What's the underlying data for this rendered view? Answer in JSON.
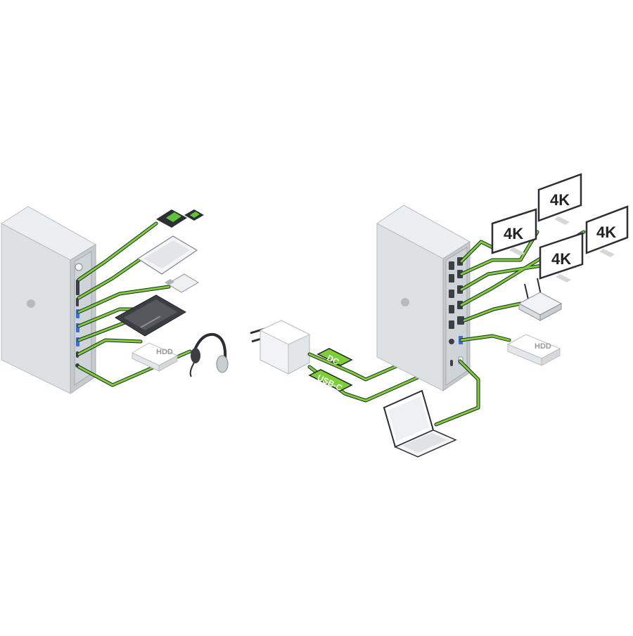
{
  "colors": {
    "cable": "#7ccf35",
    "cable_outline": "#1e2428",
    "dock_body": "#d8dcdf",
    "dock_side": "#c3c8cc",
    "port": "#3a4046",
    "usb_blue": "#3d6fd1",
    "device_dark": "#3b3f44",
    "device_light": "#f2f3f4"
  },
  "labels": {
    "dc": "DC",
    "usbc": "USB-C",
    "hdd_front": "HDD",
    "hdd_rear": "HDD",
    "monitors": [
      "4K",
      "4K",
      "4K",
      "4K"
    ]
  },
  "icons": {
    "front_dock": "dock-front-icon",
    "rear_dock": "dock-rear-icon",
    "sd_card": "sd-card-icon",
    "tablet": "tablet-icon",
    "usb_stick": "usb-stick-icon",
    "drawing_tablet": "drawing-tablet-icon",
    "hdd": "hdd-icon",
    "headset": "headset-icon",
    "power_adapter": "power-adapter-icon",
    "laptop": "laptop-icon",
    "router": "router-icon",
    "monitor": "monitor-icon",
    "logo": "apple-logo-icon"
  }
}
